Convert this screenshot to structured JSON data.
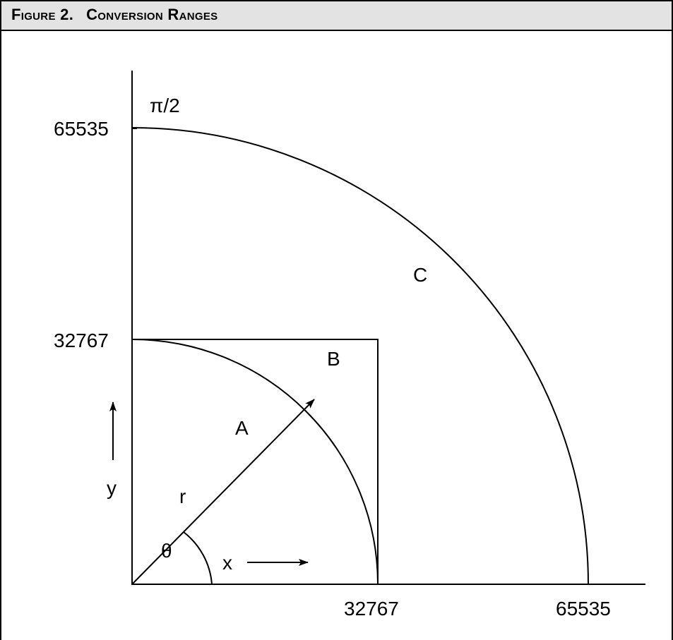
{
  "figure": {
    "number_label": "Figure 2.",
    "title": "Conversion Ranges"
  },
  "diagram": {
    "y_tick_top": "65535",
    "y_tick_mid": "32767",
    "x_tick_mid": "32767",
    "x_tick_right": "65535",
    "angle_label_top": "π/2",
    "region_a": "A",
    "region_b": "B",
    "region_c": "C",
    "radius_label": "r",
    "theta_label": "θ",
    "x_label": "x",
    "y_label": "y"
  }
}
